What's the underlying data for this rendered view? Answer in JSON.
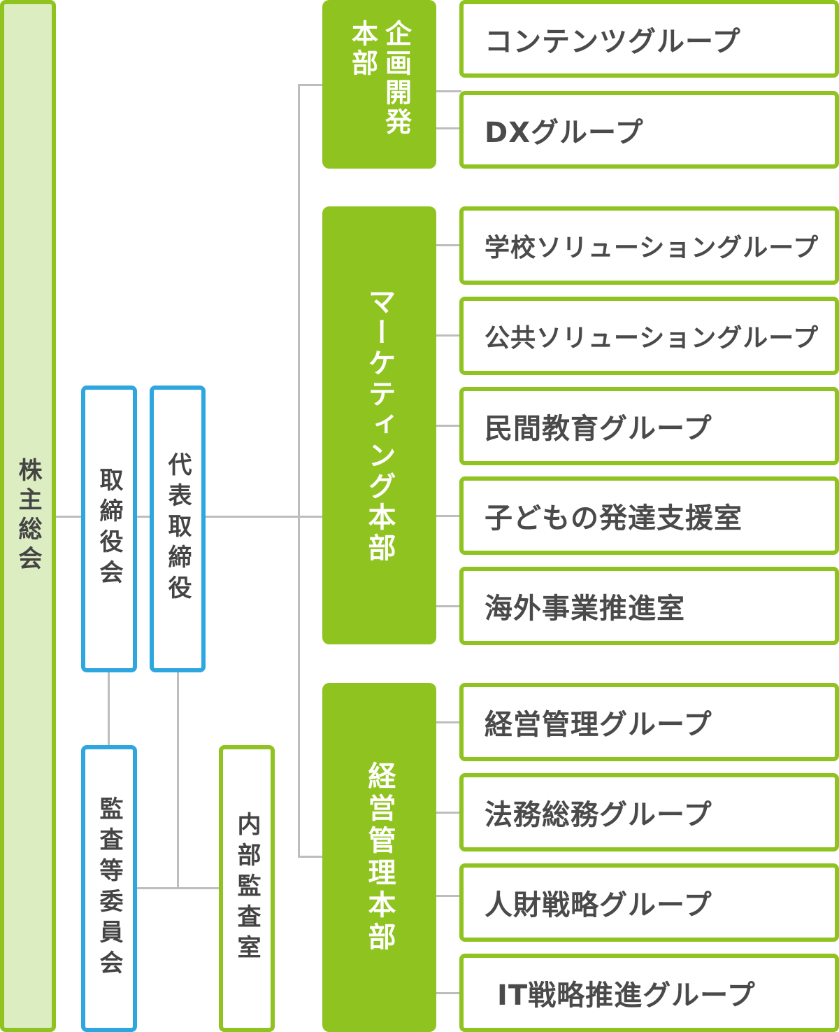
{
  "colors": {
    "primary_green": "#8fc31f",
    "light_green": "#dcedc2",
    "blue": "#2ea7e0",
    "connector": "#bdbdbd",
    "text": "#4a4a4a"
  },
  "governance": {
    "shareholders_meeting": "株主総会",
    "board_of_directors": "取締役会",
    "representative_director": "代表取締役",
    "audit_committee": "監査等委員会",
    "internal_audit_office": "内部監査室"
  },
  "headquarters": [
    {
      "name": "企画開発本部",
      "col1": "企画開発",
      "col2": "本部",
      "groups": [
        "コンテンツグループ",
        "DXグループ"
      ]
    },
    {
      "name": "マーケティング本部",
      "groups": [
        "学校ソリューショングループ",
        "公共ソリューショングループ",
        "民間教育グループ",
        "子どもの発達支援室",
        "海外事業推進室"
      ]
    },
    {
      "name": "経営管理本部",
      "groups": [
        "経営管理グループ",
        "法務総務グループ",
        "人財戦略グループ",
        "IT戦略推進グループ"
      ]
    }
  ]
}
